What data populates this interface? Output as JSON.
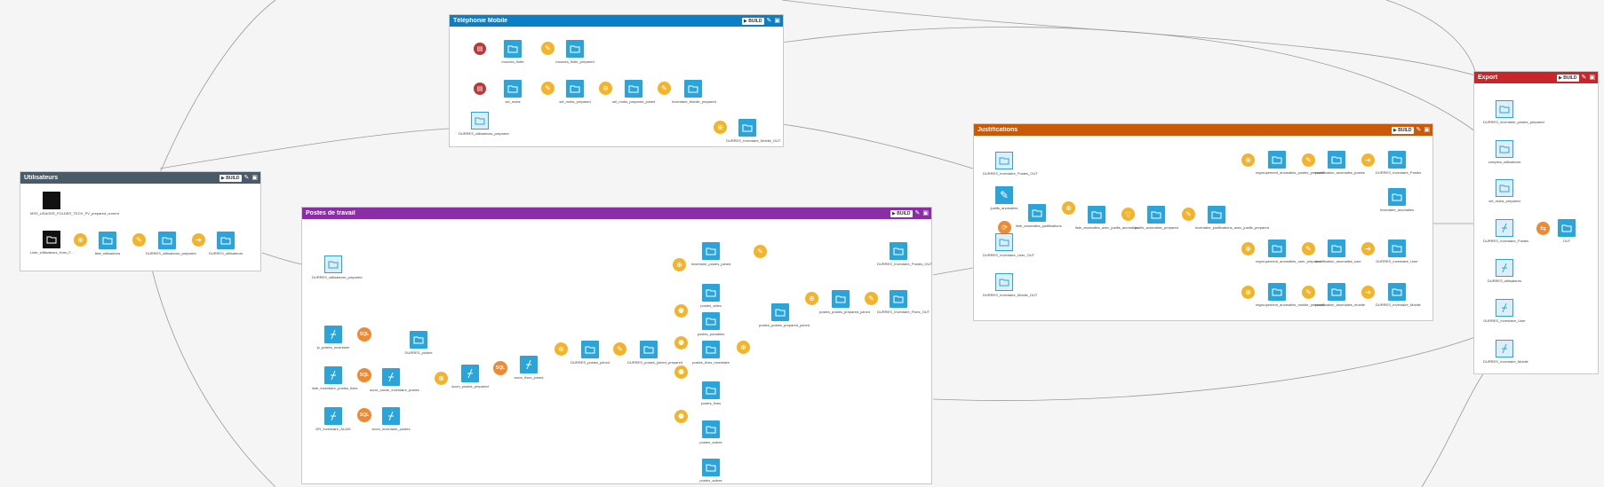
{
  "colors": {
    "background": "#f5f5f5",
    "dataset": "#2aa4d9",
    "recipe": "#f3b42b",
    "sql_recipe": "#ee8a32",
    "file_source": "#b83a3a",
    "link": "#9a9a9a"
  },
  "icons": {
    "dataset": "folder-icon",
    "recipe_join": "join-icon",
    "recipe_prepare": "brush-icon",
    "recipe_group": "group-icon",
    "recipe_sql": "sql-icon",
    "build": "play-icon",
    "edit": "pencil-icon",
    "window": "window-icon"
  },
  "zones": {
    "telephonie": {
      "title": "Téléphonie Mobile",
      "color": "#0a7fc6",
      "build_label": "▶ BUILD",
      "nodes": [
        "moovea_flotte",
        "moovea_flotte_prepared",
        "sel_mobs",
        "sel_mobs_prepared",
        "sel_mobs_prepared_joined",
        "Inventaire_Mobile_prepared",
        "DURRES_utilisateurs_prepared",
        "DURRES_Inventaire_Mobile_OUT"
      ]
    },
    "utilisateurs": {
      "title": "Utilisateurs",
      "color": "#4a5a66",
      "build_label": "▶ BUILD",
      "nodes": [
        "MSS_USAGER_FOLDER_TECH_PV_prepared_current",
        "Liste_Utilisateurs_Hors_F...",
        "liste_utilisateurs",
        "DURRES_utilisateurs_prepared",
        "DURRES_utilisateurs"
      ]
    },
    "postes": {
      "title": "Postes de travail",
      "color": "#8a2ea5",
      "build_label": "▶ BUILD",
      "nodes": [
        "DURRES_utilisateurs_prepared",
        "Inventaire_postes_joined",
        "DURRES_Inventaire_Postes_OUT",
        "ip_postes_inventaire",
        "DURRES_postes",
        "liste_Inventaire_postes_fixes",
        "sccm_cache_inventaire_postes",
        "sccm_postes_prepared",
        "sccm_fixes_joined",
        "DR_Inventaire_ALIAS",
        "sccm_inventaire_postes",
        "DURRES_postes_joined",
        "DURRES_postes_joined_prepared",
        "postes_vides",
        "postes_portables",
        "postes_fixes_inventaire",
        "postes_fixes",
        "postes_autres",
        "postes_postes_prepared_joined",
        "DURRES_Inventaire_Fixes_OUT"
      ]
    },
    "justifs": {
      "title": "Justifications",
      "color": "#c85a0a",
      "build_label": "▶ BUILD",
      "nodes": [
        "DURRES_Inventaire_Postes_OUT",
        "justifs_anomalies",
        "liste_anomalies_justifications",
        "liste_anomalies_avec_justifs_anomalies",
        "justifs_anomalies_prepared",
        "Inventaire_justifications_avec_justifs_prepared",
        "DURRES_Inventaire_User_OUT",
        "DURRES_Inventaire_Mobile_OUT",
        "regroupement_anomalies_postes_prepared",
        "modification_anomalies_postes",
        "DURRES_Inventaire_Postes",
        "Inventaire_anomalies",
        "regroupement_anomalies_user_prepared",
        "modification_anomalies_user",
        "DURRES_Inventaire_User",
        "regroupement_anomalies_mobile_prepared",
        "modification_anomalies_mobile",
        "DURRES_Inventaire_Mobile"
      ]
    },
    "export": {
      "title": "Export",
      "color": "#c9262b",
      "build_label": "▶ BUILD",
      "nodes": [
        "DURRES_inventaire_postes_prepared",
        "comptes_utilisateurs",
        "sel_mobs_prepared",
        "DURRES_Inventaire_Postes",
        "DURRES_utilisateurs",
        "DURRES_Inventaire_User",
        "DURRES_Inventaire_Mobile",
        "OUT"
      ]
    }
  }
}
